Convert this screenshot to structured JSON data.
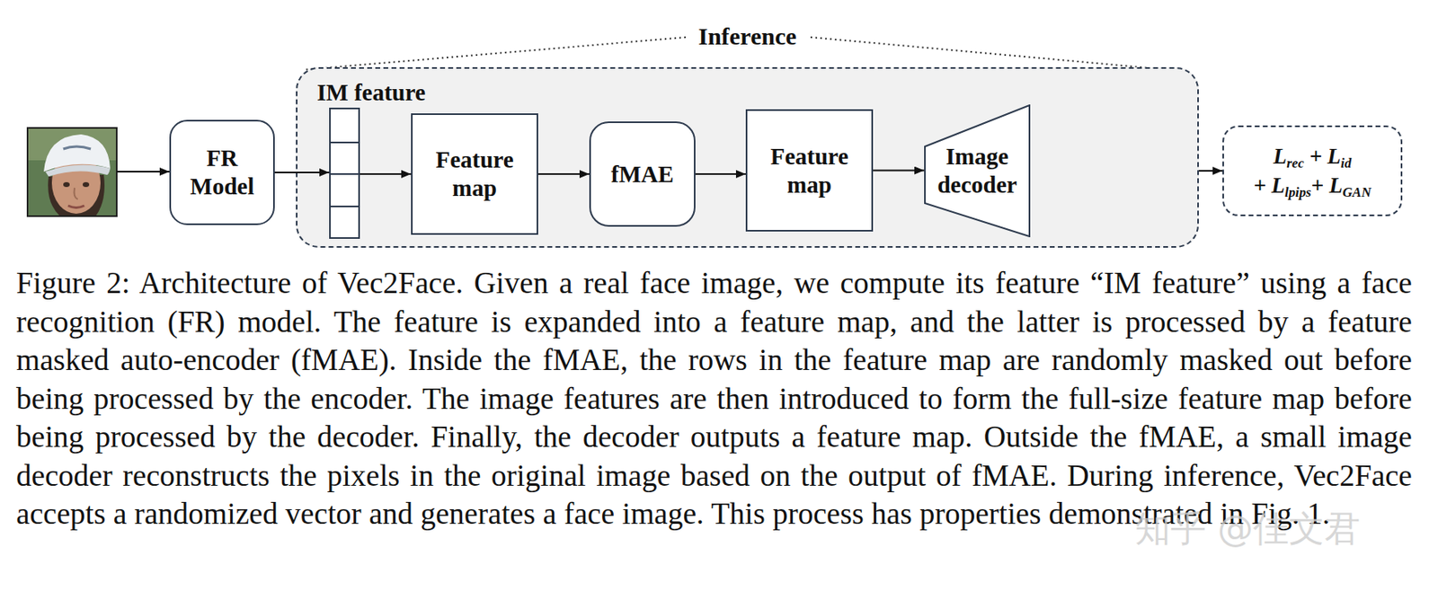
{
  "diagram": {
    "caption": "Figure 2: Architecture of Vec2Face. Given a real face image, we compute its feature “IM feature” using a face recognition (FR) model. The feature is expanded into a feature map, and the latter is processed by a feature masked auto-encoder (fMAE). Inside the fMAE, the rows in the feature map are randomly masked out before being processed by the encoder. The image features are then introduced to form the full-size feature map before being processed by the decoder. Finally, the decoder outputs a feature map. Outside the fMAE, a small image decoder reconstructs the pixels in the original image based on the output of fMAE. During inference, Vec2Face accepts a randomized vector and generates a face image. This process has properties demonstrated in Fig. 1.",
    "nodes": [
      {
        "text": [
          "FR Model"
        ]
      },
      {
        "text": [
          "Inference"
        ]
      },
      {
        "text": [
          "IM feature"
        ],
        "in": 1
      },
      {
        "text": [
          "Feature map"
        ],
        "in": 1
      },
      {
        "text": [
          "fMAE"
        ],
        "in": 1
      },
      {
        "text": [
          "Feature map"
        ],
        "in": 1
      },
      {
        "text": [
          "Image decoder"
        ],
        "in": 1
      },
      {
        "text": [
          "Lrec + Lid + Llpips+ LGAN"
        ]
      }
    ],
    "edges": [
      {
        "from": 0,
        "to": 2,
        "arrow": "to"
      },
      {
        "from": 2,
        "to": 3,
        "arrow": "to"
      },
      {
        "from": 3,
        "to": 4,
        "arrow": "to"
      },
      {
        "from": 4,
        "to": 5,
        "arrow": "to"
      },
      {
        "from": 5,
        "to": 6,
        "arrow": "to"
      }
    ],
    "labels": [
      "知乎 @佳文君"
    ]
  }
}
